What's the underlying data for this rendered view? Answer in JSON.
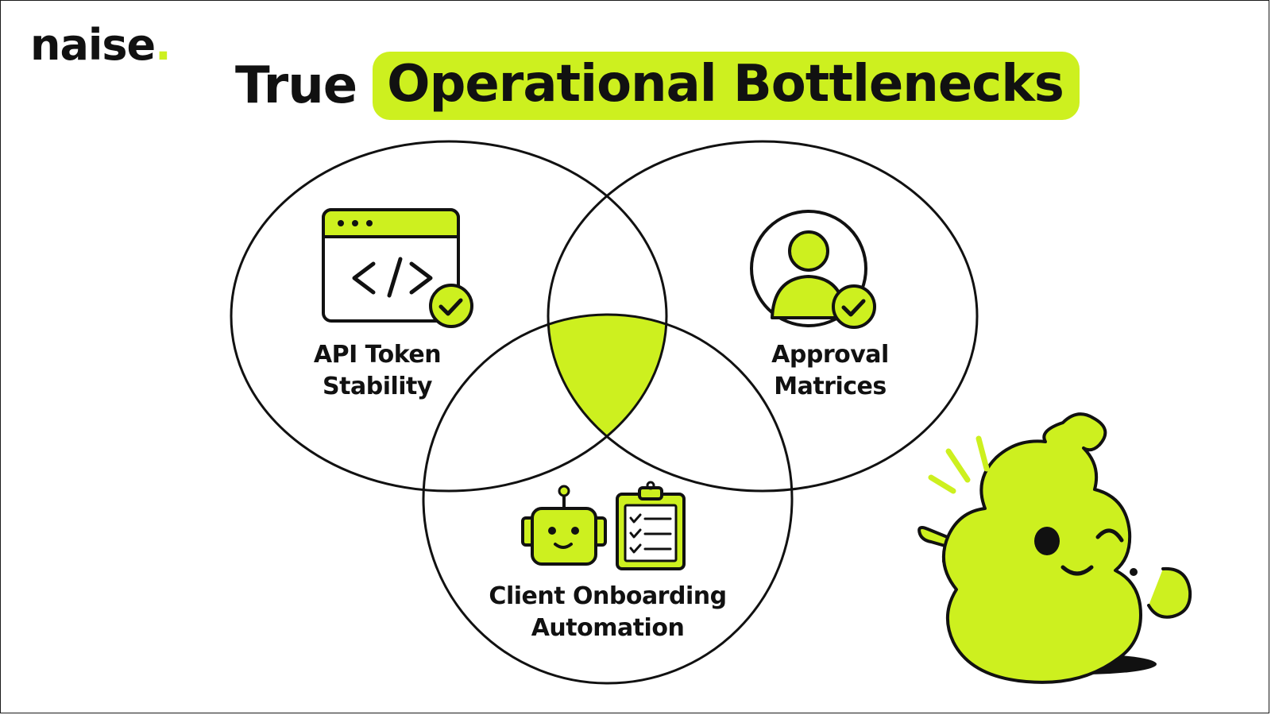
{
  "brand": {
    "logo_text": "naise",
    "logo_dot": "."
  },
  "title": {
    "plain": "True",
    "highlight": "Operational Bottlenecks"
  },
  "venn": {
    "sets": [
      {
        "line1": "API Token",
        "line2": "Stability",
        "icon": "code-window-check-icon"
      },
      {
        "line1": "Approval",
        "line2": "Matrices",
        "icon": "user-check-icon"
      },
      {
        "line1": "Client Onboarding",
        "line2": "Automation",
        "icon": "robot-checklist-icon"
      }
    ],
    "highlighted_region": "intersection of all three"
  },
  "mascot": {
    "icon": "pointing-blob-mascot-icon"
  },
  "colors": {
    "accent": "#cdf01f",
    "ink": "#111111",
    "background": "#ffffff"
  }
}
